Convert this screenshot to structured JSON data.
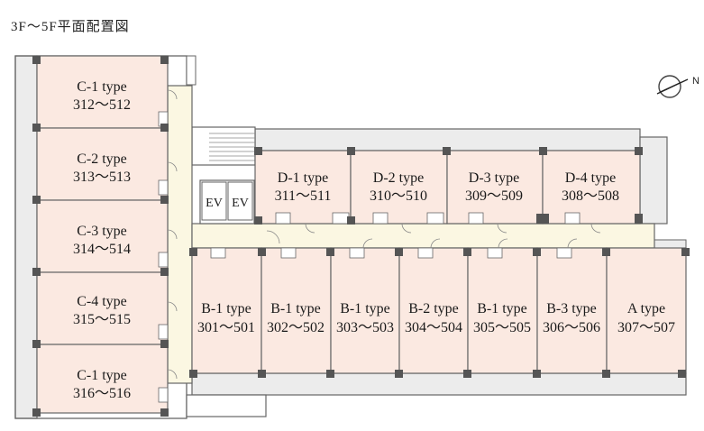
{
  "title": "3F～5F平面配置図",
  "compass_label": "N",
  "elevator_label": "EV",
  "colors": {
    "unit_fill": "#fbe9e1",
    "corridor_fill": "#fbf7e2",
    "balcony_fill": "#ececec",
    "wall": "#666666",
    "column": "#555555"
  },
  "units": {
    "c1a": {
      "type": "C-1 type",
      "rooms": "312～512"
    },
    "c2": {
      "type": "C-2 type",
      "rooms": "313～513"
    },
    "c3": {
      "type": "C-3 type",
      "rooms": "314～514"
    },
    "c4": {
      "type": "C-4 type",
      "rooms": "315～515"
    },
    "c1b": {
      "type": "C-1 type",
      "rooms": "316～516"
    },
    "d1": {
      "type": "D-1 type",
      "rooms": "311～511"
    },
    "d2": {
      "type": "D-2 type",
      "rooms": "310～510"
    },
    "d3": {
      "type": "D-3 type",
      "rooms": "309～509"
    },
    "d4": {
      "type": "D-4 type",
      "rooms": "308～508"
    },
    "b1a": {
      "type": "B-1 type",
      "rooms": "301～501"
    },
    "b1b": {
      "type": "B-1 type",
      "rooms": "302～502"
    },
    "b1c": {
      "type": "B-1 type",
      "rooms": "303～503"
    },
    "b2": {
      "type": "B-2 type",
      "rooms": "304～504"
    },
    "b1d": {
      "type": "B-1 type",
      "rooms": "305～505"
    },
    "b3": {
      "type": "B-3 type",
      "rooms": "306～506"
    },
    "a": {
      "type": "A type",
      "rooms": "307～507"
    }
  }
}
